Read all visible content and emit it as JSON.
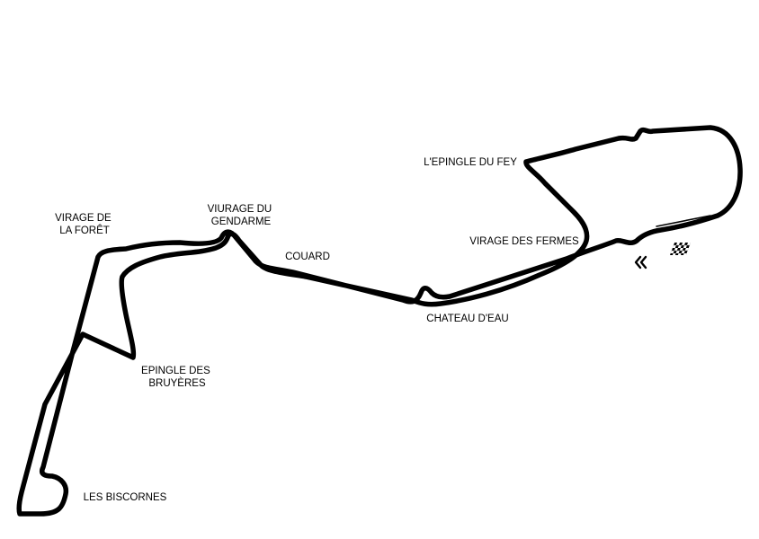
{
  "track": {
    "line_color": "#000000",
    "background_color": "#ffffff"
  },
  "corners": {
    "virage_de_la_foret": [
      "VIRAGE DE",
      "LA FORÊT"
    ],
    "viurage_du_gendarme": [
      "VIURAGE DU",
      "GENDARME"
    ],
    "couard": "COUARD",
    "l_epingle_du_fey": "L'EPINGLE DU FEY",
    "virage_des_fermes": "VIRAGE DES FERMES",
    "chateau_d_eau": "CHATEAU D'EAU",
    "epingle_des_bruyeres": [
      "EPINGLE DES",
      "BRUYÈRES"
    ],
    "les_biscornes": "LES BISCORNES"
  },
  "markers": {
    "direction_icon": "double-chevron-left-icon",
    "finish_icon": "checkered-flag-icon"
  }
}
